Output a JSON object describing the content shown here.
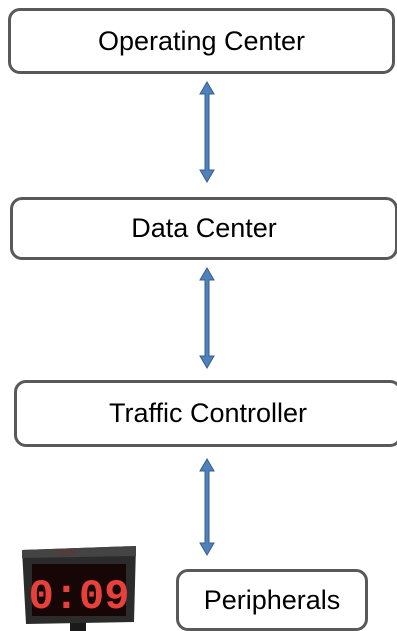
{
  "diagram": {
    "nodes": [
      {
        "id": "operating-center",
        "label": "Operating Center"
      },
      {
        "id": "data-center",
        "label": "Data Center"
      },
      {
        "id": "traffic-controller",
        "label": "Traffic Controller"
      },
      {
        "id": "peripherals",
        "label": "Peripherals"
      }
    ],
    "edges": [
      {
        "from": "operating-center",
        "to": "data-center",
        "direction": "bidirectional"
      },
      {
        "from": "data-center",
        "to": "traffic-controller",
        "direction": "bidirectional"
      },
      {
        "from": "traffic-controller",
        "to": "peripherals",
        "direction": "bidirectional"
      }
    ],
    "device_display": {
      "digits": "0:09"
    },
    "colors": {
      "box_border": "#595959",
      "arrow_fill": "#4f81bd",
      "arrow_stroke": "#385d8a",
      "display_led": "#e8413c"
    }
  }
}
